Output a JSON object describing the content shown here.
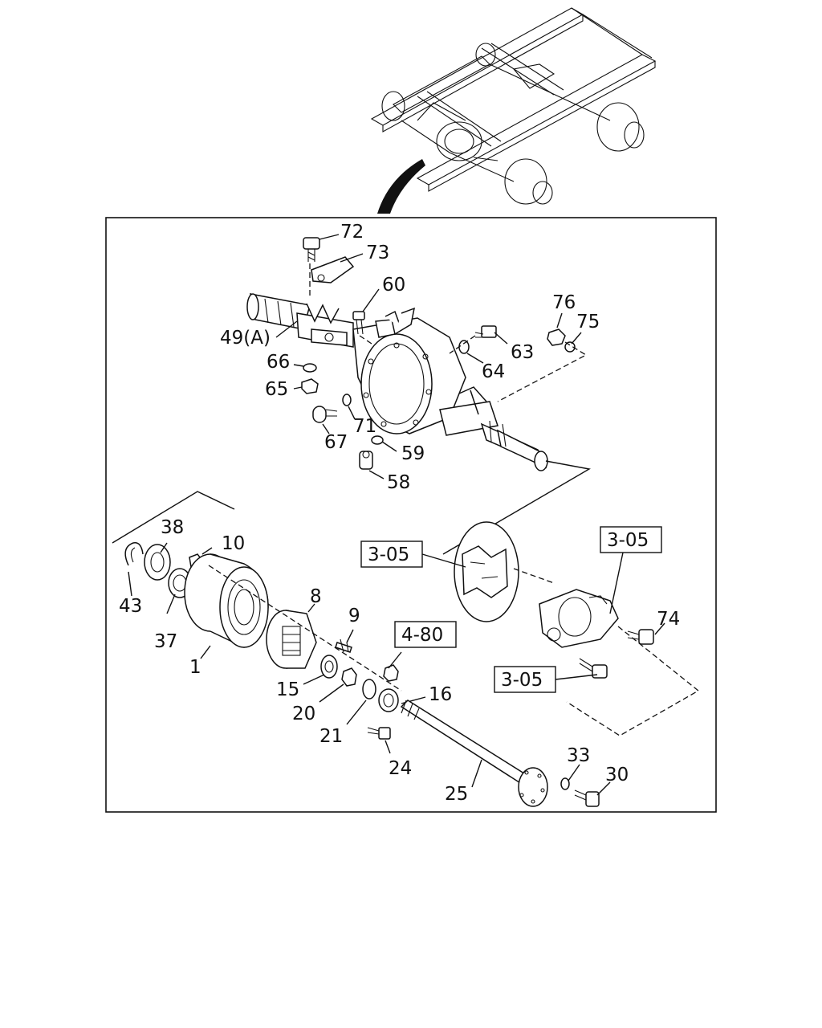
{
  "diagram": {
    "part_callouts": [
      {
        "id": "72",
        "text": "72"
      },
      {
        "id": "73",
        "text": "73"
      },
      {
        "id": "60",
        "text": "60"
      },
      {
        "id": "49a",
        "text": "49(A)"
      },
      {
        "id": "76",
        "text": "76"
      },
      {
        "id": "75",
        "text": "75"
      },
      {
        "id": "63",
        "text": "63"
      },
      {
        "id": "64",
        "text": "64"
      },
      {
        "id": "66",
        "text": "66"
      },
      {
        "id": "65",
        "text": "65"
      },
      {
        "id": "71",
        "text": "71"
      },
      {
        "id": "67",
        "text": "67"
      },
      {
        "id": "59",
        "text": "59"
      },
      {
        "id": "58",
        "text": "58"
      },
      {
        "id": "38",
        "text": "38"
      },
      {
        "id": "10",
        "text": "10"
      },
      {
        "id": "43",
        "text": "43"
      },
      {
        "id": "37",
        "text": "37"
      },
      {
        "id": "8",
        "text": "8"
      },
      {
        "id": "9",
        "text": "9"
      },
      {
        "id": "1",
        "text": "1"
      },
      {
        "id": "15",
        "text": "15"
      },
      {
        "id": "20",
        "text": "20"
      },
      {
        "id": "21",
        "text": "21"
      },
      {
        "id": "16",
        "text": "16"
      },
      {
        "id": "24",
        "text": "24"
      },
      {
        "id": "25",
        "text": "25"
      },
      {
        "id": "33",
        "text": "33"
      },
      {
        "id": "30",
        "text": "30"
      },
      {
        "id": "74",
        "text": "74"
      }
    ],
    "reference_boxes": [
      {
        "id": "ref-a",
        "text": "3-05"
      },
      {
        "id": "ref-b",
        "text": "3-05"
      },
      {
        "id": "ref-c",
        "text": "4-80"
      },
      {
        "id": "ref-d",
        "text": "3-05"
      }
    ]
  }
}
